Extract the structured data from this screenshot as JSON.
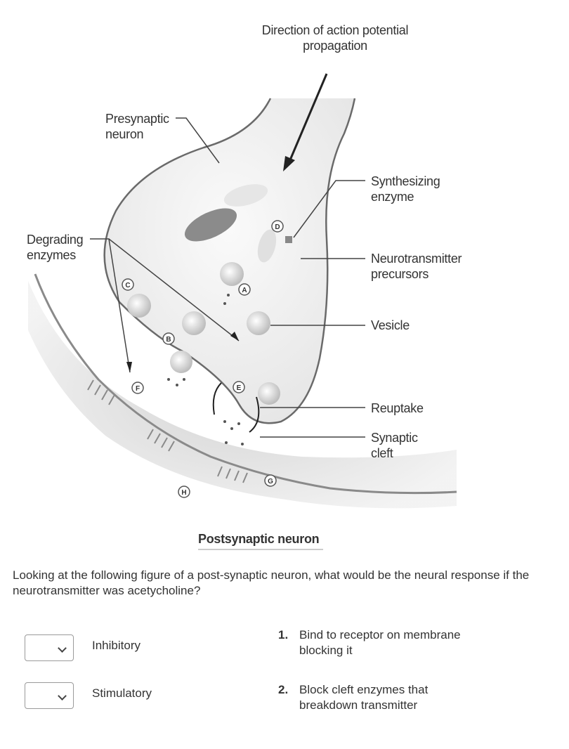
{
  "diagram": {
    "direction_label": [
      "Direction of action potential",
      "propagation"
    ],
    "presynaptic_label": [
      "Presynaptic",
      "neuron"
    ],
    "degrading_label": [
      "Degrading",
      "enzymes"
    ],
    "synthesizing_label": [
      "Synthesizing",
      "enzyme"
    ],
    "precursors_label": [
      "Neurotransmitter",
      "precursors"
    ],
    "vesicle_label": "Vesicle",
    "reuptake_label": "Reuptake",
    "cleft_label": [
      "Synaptic",
      "cleft"
    ],
    "postsynaptic_label": "Postsynaptic neuron",
    "markers": {
      "a": "A",
      "b": "B",
      "c": "C",
      "d": "D",
      "e": "E",
      "f": "F",
      "g": "G",
      "h": "H"
    }
  },
  "question": {
    "text": "Looking at the following figure of a post-synaptic neuron, what would be the neural response if the neurotransmitter was acetycholine?"
  },
  "matching": {
    "prompts": [
      {
        "label": "Inhibitory"
      },
      {
        "label": "Stimulatory"
      }
    ],
    "options": [
      {
        "number": "1.",
        "text": "Bind to receptor on membrane blocking it"
      },
      {
        "number": "2.",
        "text": "Block cleft enzymes that breakdown transmitter"
      }
    ]
  },
  "colors": {
    "text": "#333333",
    "border": "#9a9a9a",
    "diagram_line": "#555555"
  }
}
